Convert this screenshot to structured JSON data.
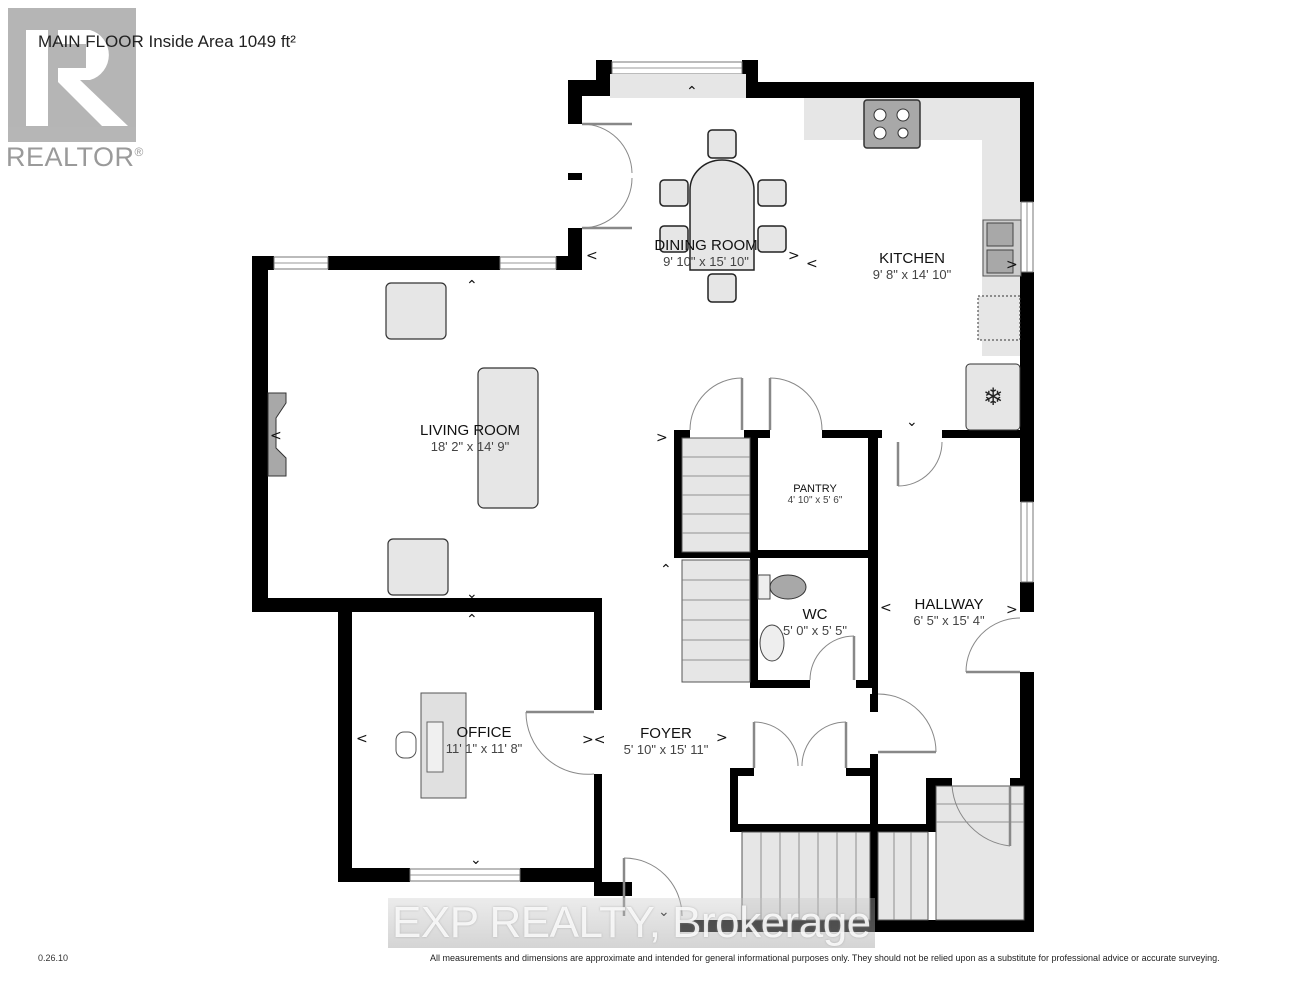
{
  "header": {
    "floor_title": "MAIN FLOOR Inside Area 1049 ft²"
  },
  "logo": {
    "brand": "REALTOR",
    "mark": "®",
    "icon": "realtor-r-logo-icon"
  },
  "rooms": [
    {
      "name": "DINING ROOM",
      "dimensions": "9' 10\" x 15' 10\""
    },
    {
      "name": "KITCHEN",
      "dimensions": "9' 8\" x 14' 10\""
    },
    {
      "name": "LIVING ROOM",
      "dimensions": "18' 2\" x 14' 9\""
    },
    {
      "name": "PANTRY",
      "dimensions": "4' 10\" x 5' 6\""
    },
    {
      "name": "WC",
      "dimensions": "5' 0\" x 5' 5\""
    },
    {
      "name": "HALLWAY",
      "dimensions": "6' 5\" x 15' 4\""
    },
    {
      "name": "OFFICE",
      "dimensions": "11' 1\" x 11' 8\""
    },
    {
      "name": "FOYER",
      "dimensions": "5' 10\" x 15' 11\""
    }
  ],
  "fixtures": {
    "stove": "stove-icon",
    "sink": "double-sink-icon",
    "fridge": "snowflake-fridge-icon",
    "toilet": "toilet-icon",
    "basin": "wash-basin-icon",
    "fireplace": "fireplace-icon"
  },
  "watermark": "EXP REALTY, Brokerage",
  "footer": {
    "version": "0.26.10",
    "disclaimer": "All measurements and dimensions are approximate and intended for general informational purposes only. They should not be relied upon as a substitute for professional advice or accurate surveying."
  },
  "colors": {
    "wall": "#000000",
    "fixture_fill": "#e6e6e6",
    "appliance_fill": "#a8a8a8",
    "logo_gray": "#a9a9a9"
  }
}
